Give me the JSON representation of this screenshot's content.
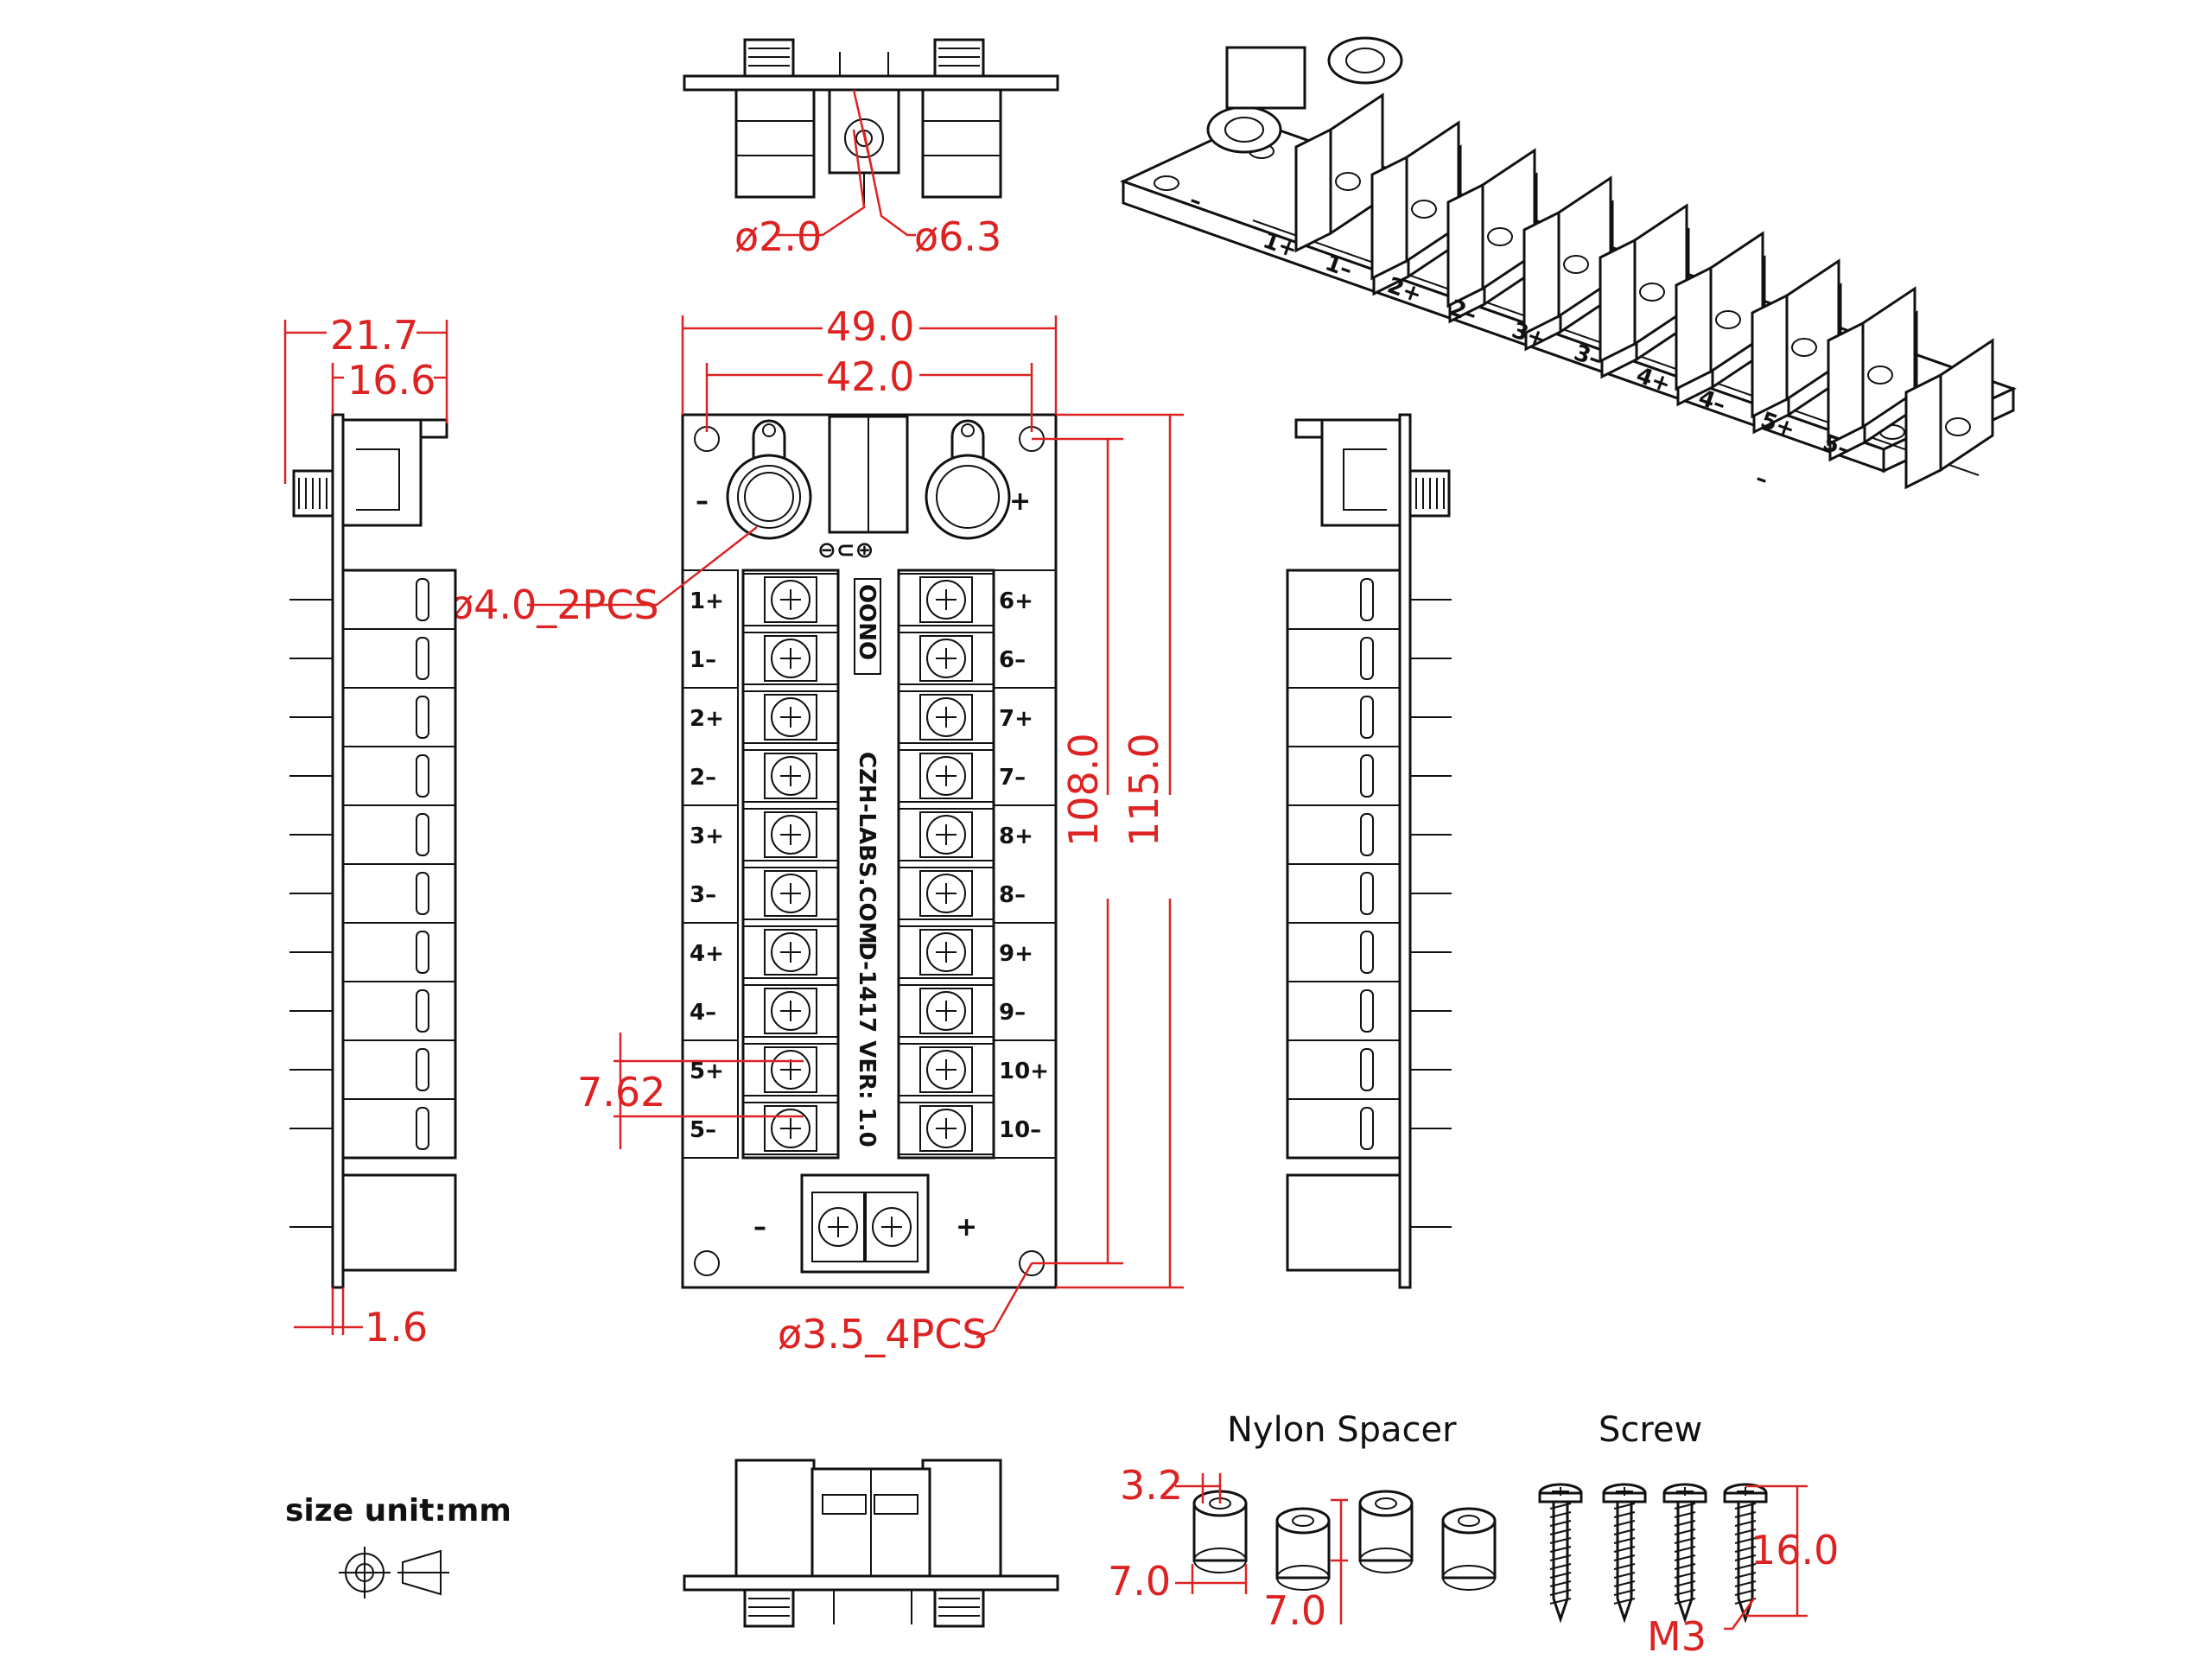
{
  "dimensions": {
    "top_hole_small": "ø2.0",
    "top_hole_large": "ø6.3",
    "width_total": "49.0",
    "width_holes": "42.0",
    "side_depth_total": "21.7",
    "side_depth_inner": "16.6",
    "board_thickness": "1.6",
    "height_holes": "108.0",
    "height_total": "115.0",
    "binding_post_hole": "ø4.0_2PCS",
    "terminal_pitch": "7.62",
    "mount_hole": "ø3.5_4PCS",
    "spacer_inner": "3.2",
    "spacer_outer": "7.0",
    "spacer_height": "7.0",
    "screw_length": "16.0",
    "screw_thread": "M3"
  },
  "labels": {
    "nylon_spacer": "Nylon  Spacer",
    "screw": "Screw",
    "size_unit": "size unit:mm",
    "brand": "OONO",
    "website": "CZH-LABS.COM",
    "model": "D-1417 VER: 1.0",
    "minus": "–",
    "plus": "+",
    "polarity_symbol": "⊖⊂⊕"
  },
  "terminals_left": [
    "1+",
    "1–",
    "2+",
    "2–",
    "3+",
    "3–",
    "4+",
    "4–",
    "5+",
    "5–"
  ],
  "terminals_right": [
    "6+",
    "6–",
    "7+",
    "7–",
    "8+",
    "8–",
    "9+",
    "9–",
    "10+",
    "10–"
  ],
  "iso_terminal_labels": [
    "1+",
    "1–",
    "2+",
    "2–",
    "3+",
    "3–",
    "4+",
    "4–",
    "5+",
    "5–"
  ],
  "iso_polarity": [
    "–",
    "–"
  ],
  "colors": {
    "dimension": "#dd2222",
    "line": "#111111"
  },
  "icons": [
    "first-angle-projection-icon",
    "screw-icon",
    "spacer-icon",
    "binding-post-icon",
    "terminal-screw-icon"
  ]
}
